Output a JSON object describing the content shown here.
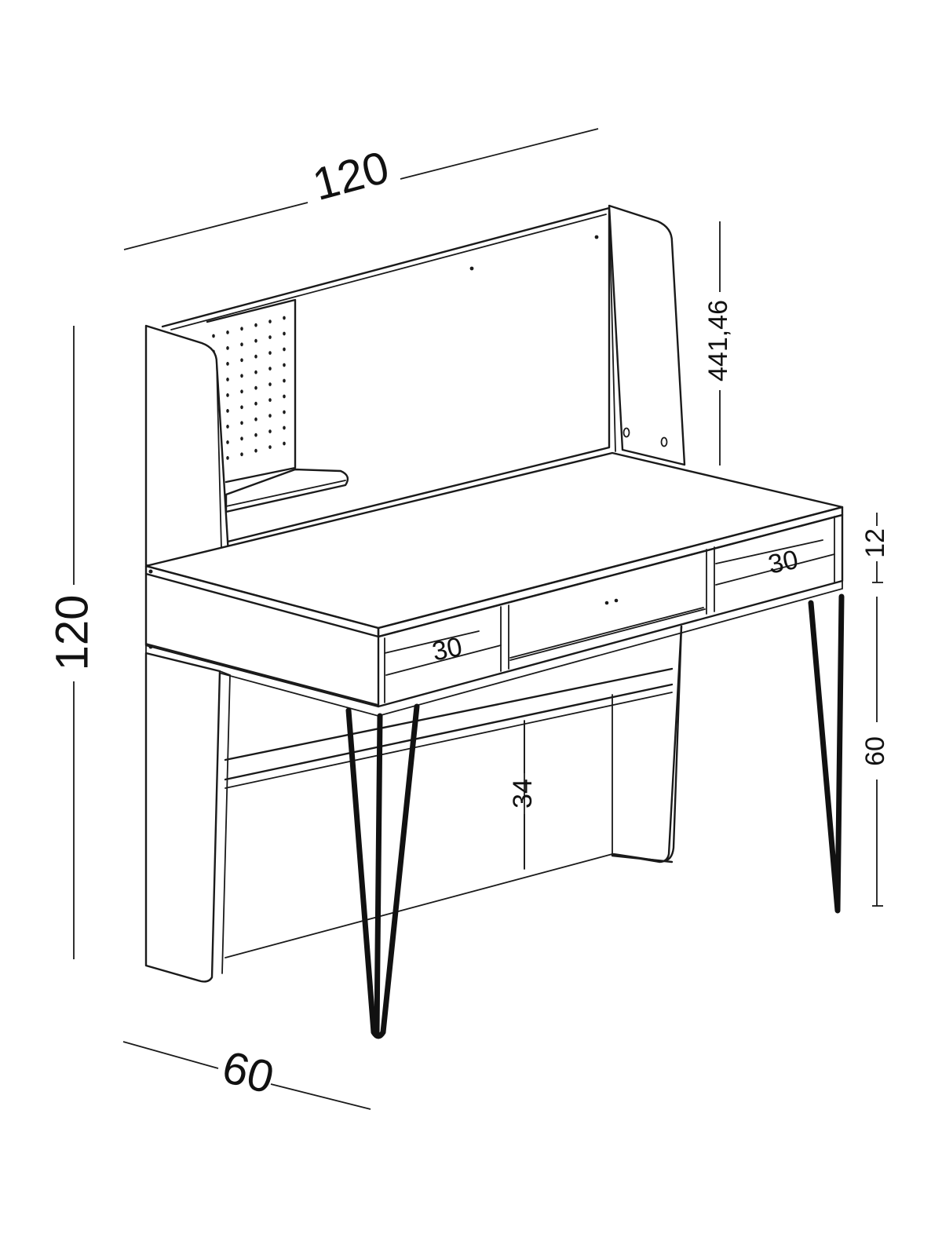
{
  "dimensions": {
    "width_top": "120",
    "height_left": "120",
    "depth_bottom": "60",
    "hutch_height": "441,46",
    "drawer_height": "12",
    "leg_height": "60",
    "knee_height": "34",
    "compartment_left": "30",
    "compartment_right": "30"
  }
}
